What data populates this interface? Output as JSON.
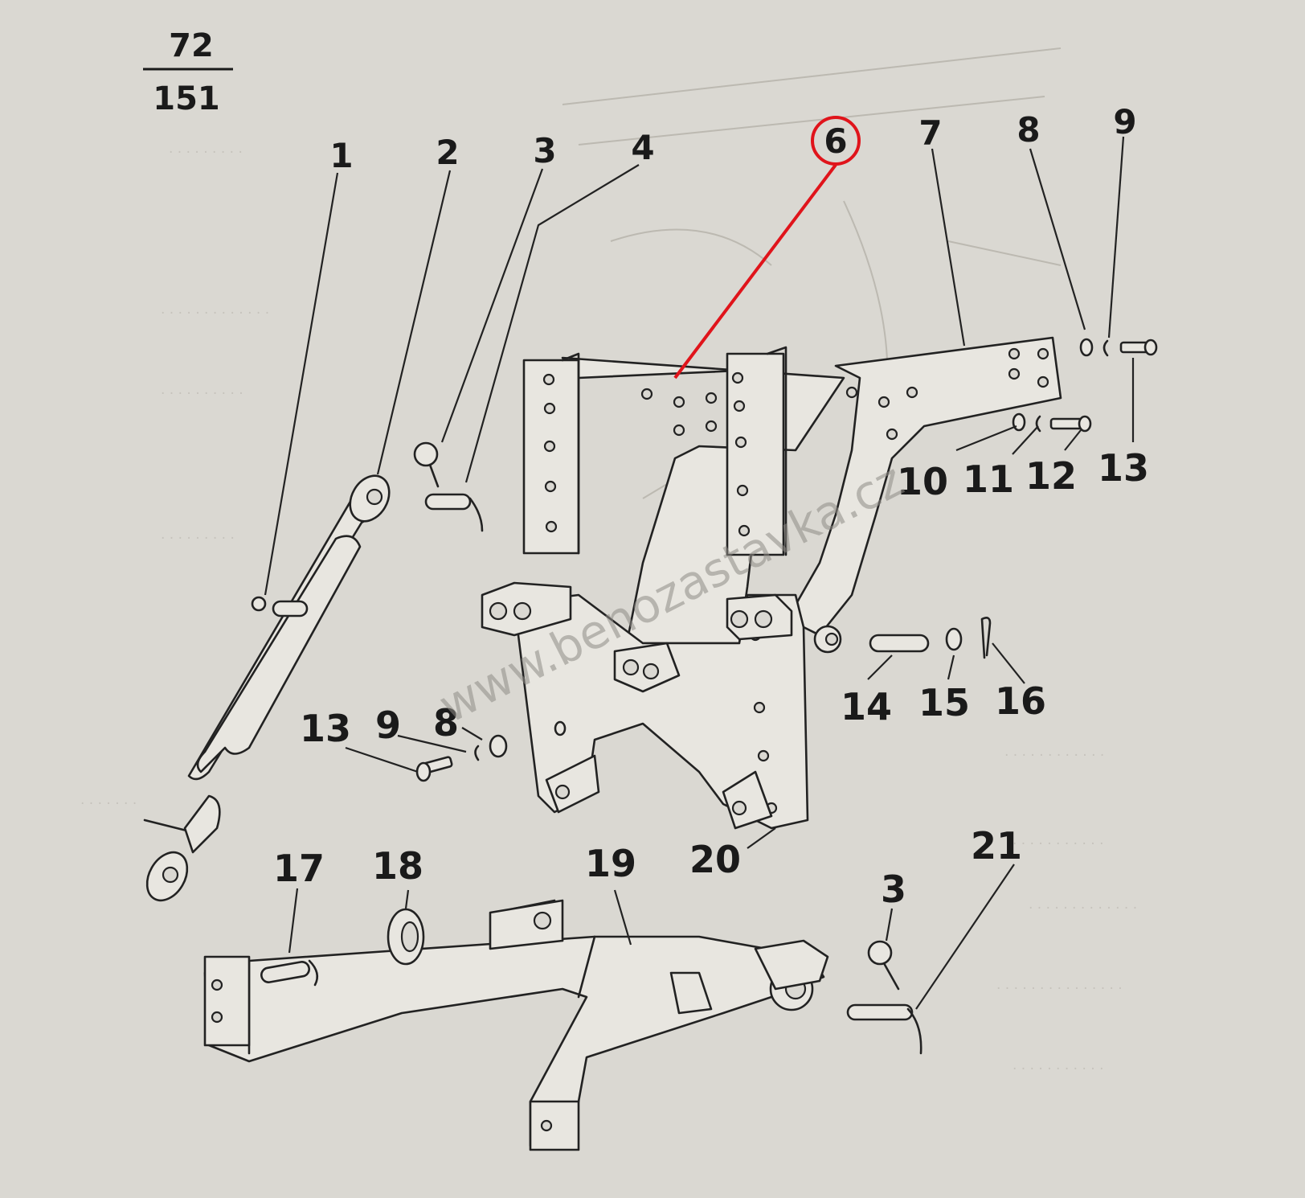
{
  "page_ref": {
    "numerator": "72",
    "denominator": "151"
  },
  "callouts": [
    {
      "id": "c1",
      "text": "1"
    },
    {
      "id": "c2",
      "text": "2"
    },
    {
      "id": "c3a",
      "text": "3"
    },
    {
      "id": "c4",
      "text": "4"
    },
    {
      "id": "c6",
      "text": "6"
    },
    {
      "id": "c7",
      "text": "7"
    },
    {
      "id": "c8a",
      "text": "8"
    },
    {
      "id": "c9a",
      "text": "9"
    },
    {
      "id": "c10",
      "text": "10"
    },
    {
      "id": "c11",
      "text": "11"
    },
    {
      "id": "c12",
      "text": "12"
    },
    {
      "id": "c13a",
      "text": "13"
    },
    {
      "id": "c13b",
      "text": "13"
    },
    {
      "id": "c9b",
      "text": "9"
    },
    {
      "id": "c8b",
      "text": "8"
    },
    {
      "id": "c14",
      "text": "14"
    },
    {
      "id": "c15",
      "text": "15"
    },
    {
      "id": "c16",
      "text": "16"
    },
    {
      "id": "c17",
      "text": "17"
    },
    {
      "id": "c18",
      "text": "18"
    },
    {
      "id": "c19",
      "text": "19"
    },
    {
      "id": "c20",
      "text": "20"
    },
    {
      "id": "c3b",
      "text": "3"
    },
    {
      "id": "c21",
      "text": "21"
    }
  ],
  "highlight": {
    "callout": "6",
    "color": "#e0141b"
  },
  "watermark": "www.benozastavka.cz",
  "colors": {
    "paper": "#dad8d2",
    "ink": "#222222"
  }
}
